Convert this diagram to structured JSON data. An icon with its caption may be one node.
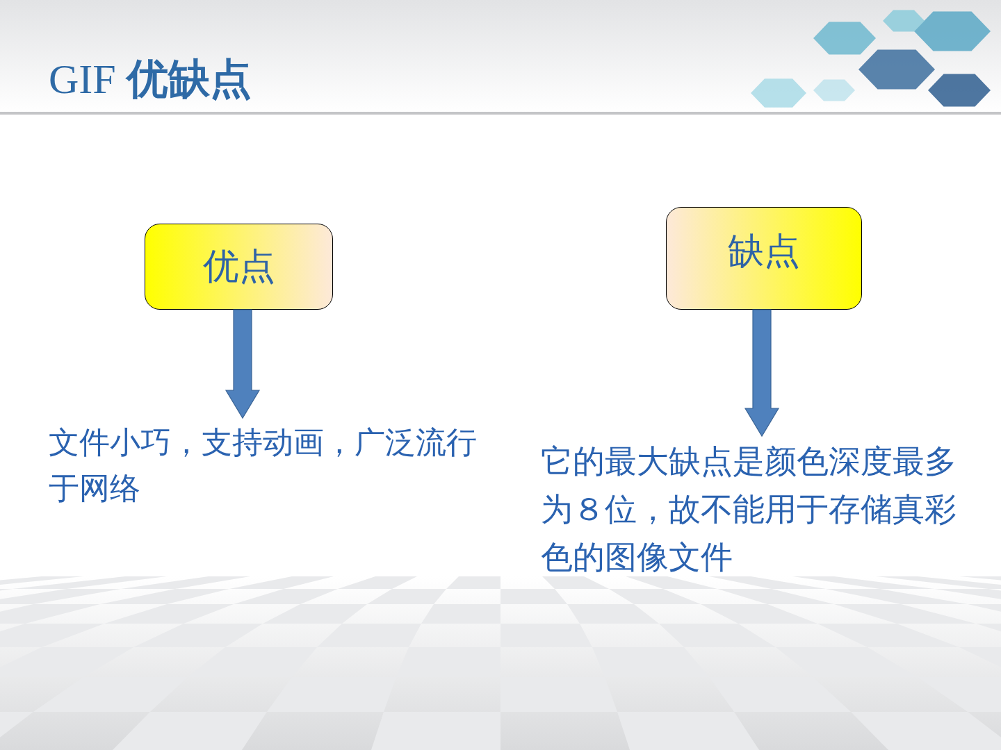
{
  "diagram": {
    "title": "GIF **优缺点**",
    "nodes": [
      {
        "text": [
          "优点"
        ]
      },
      {
        "text": [
          "缺点"
        ]
      },
      {
        "text": [
          "文件小巧，支持动画，广泛流行于网络"
        ]
      },
      {
        "text": [
          "它的最大缺点是颜色深度最多为８位，故不能用于存储真彩色的图像文件"
        ]
      }
    ],
    "edges": [
      {
        "from": 0,
        "to": 2,
        "arrow": "to"
      },
      {
        "from": 1,
        "to": 3,
        "arrow": "to"
      }
    ]
  }
}
